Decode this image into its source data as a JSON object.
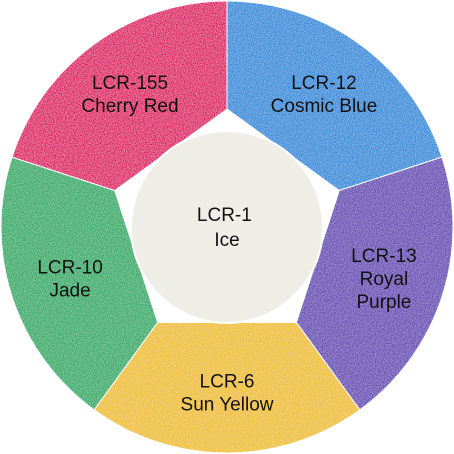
{
  "wheel": {
    "segments": [
      {
        "code": "LCR-12",
        "lines": [
          "LCR-12",
          "Cosmic Blue"
        ],
        "color": "#2f8fdc"
      },
      {
        "code": "LCR-13",
        "lines": [
          "LCR-13",
          "Royal",
          "Purple"
        ],
        "color": "#6a4db8"
      },
      {
        "code": "LCR-6",
        "lines": [
          "LCR-6",
          "Sun Yellow"
        ],
        "color": "#f0c12b"
      },
      {
        "code": "LCR-10",
        "lines": [
          "LCR-10",
          "Jade"
        ],
        "color": "#2fae6a"
      },
      {
        "code": "LCR-155",
        "lines": [
          "LCR-155",
          "Cherry Red"
        ],
        "color": "#e0166b"
      }
    ],
    "center": {
      "lines": [
        "LCR-1",
        "Ice"
      ],
      "color": "#eeede6"
    },
    "text_color": "#111111",
    "background": "#ffffff"
  }
}
